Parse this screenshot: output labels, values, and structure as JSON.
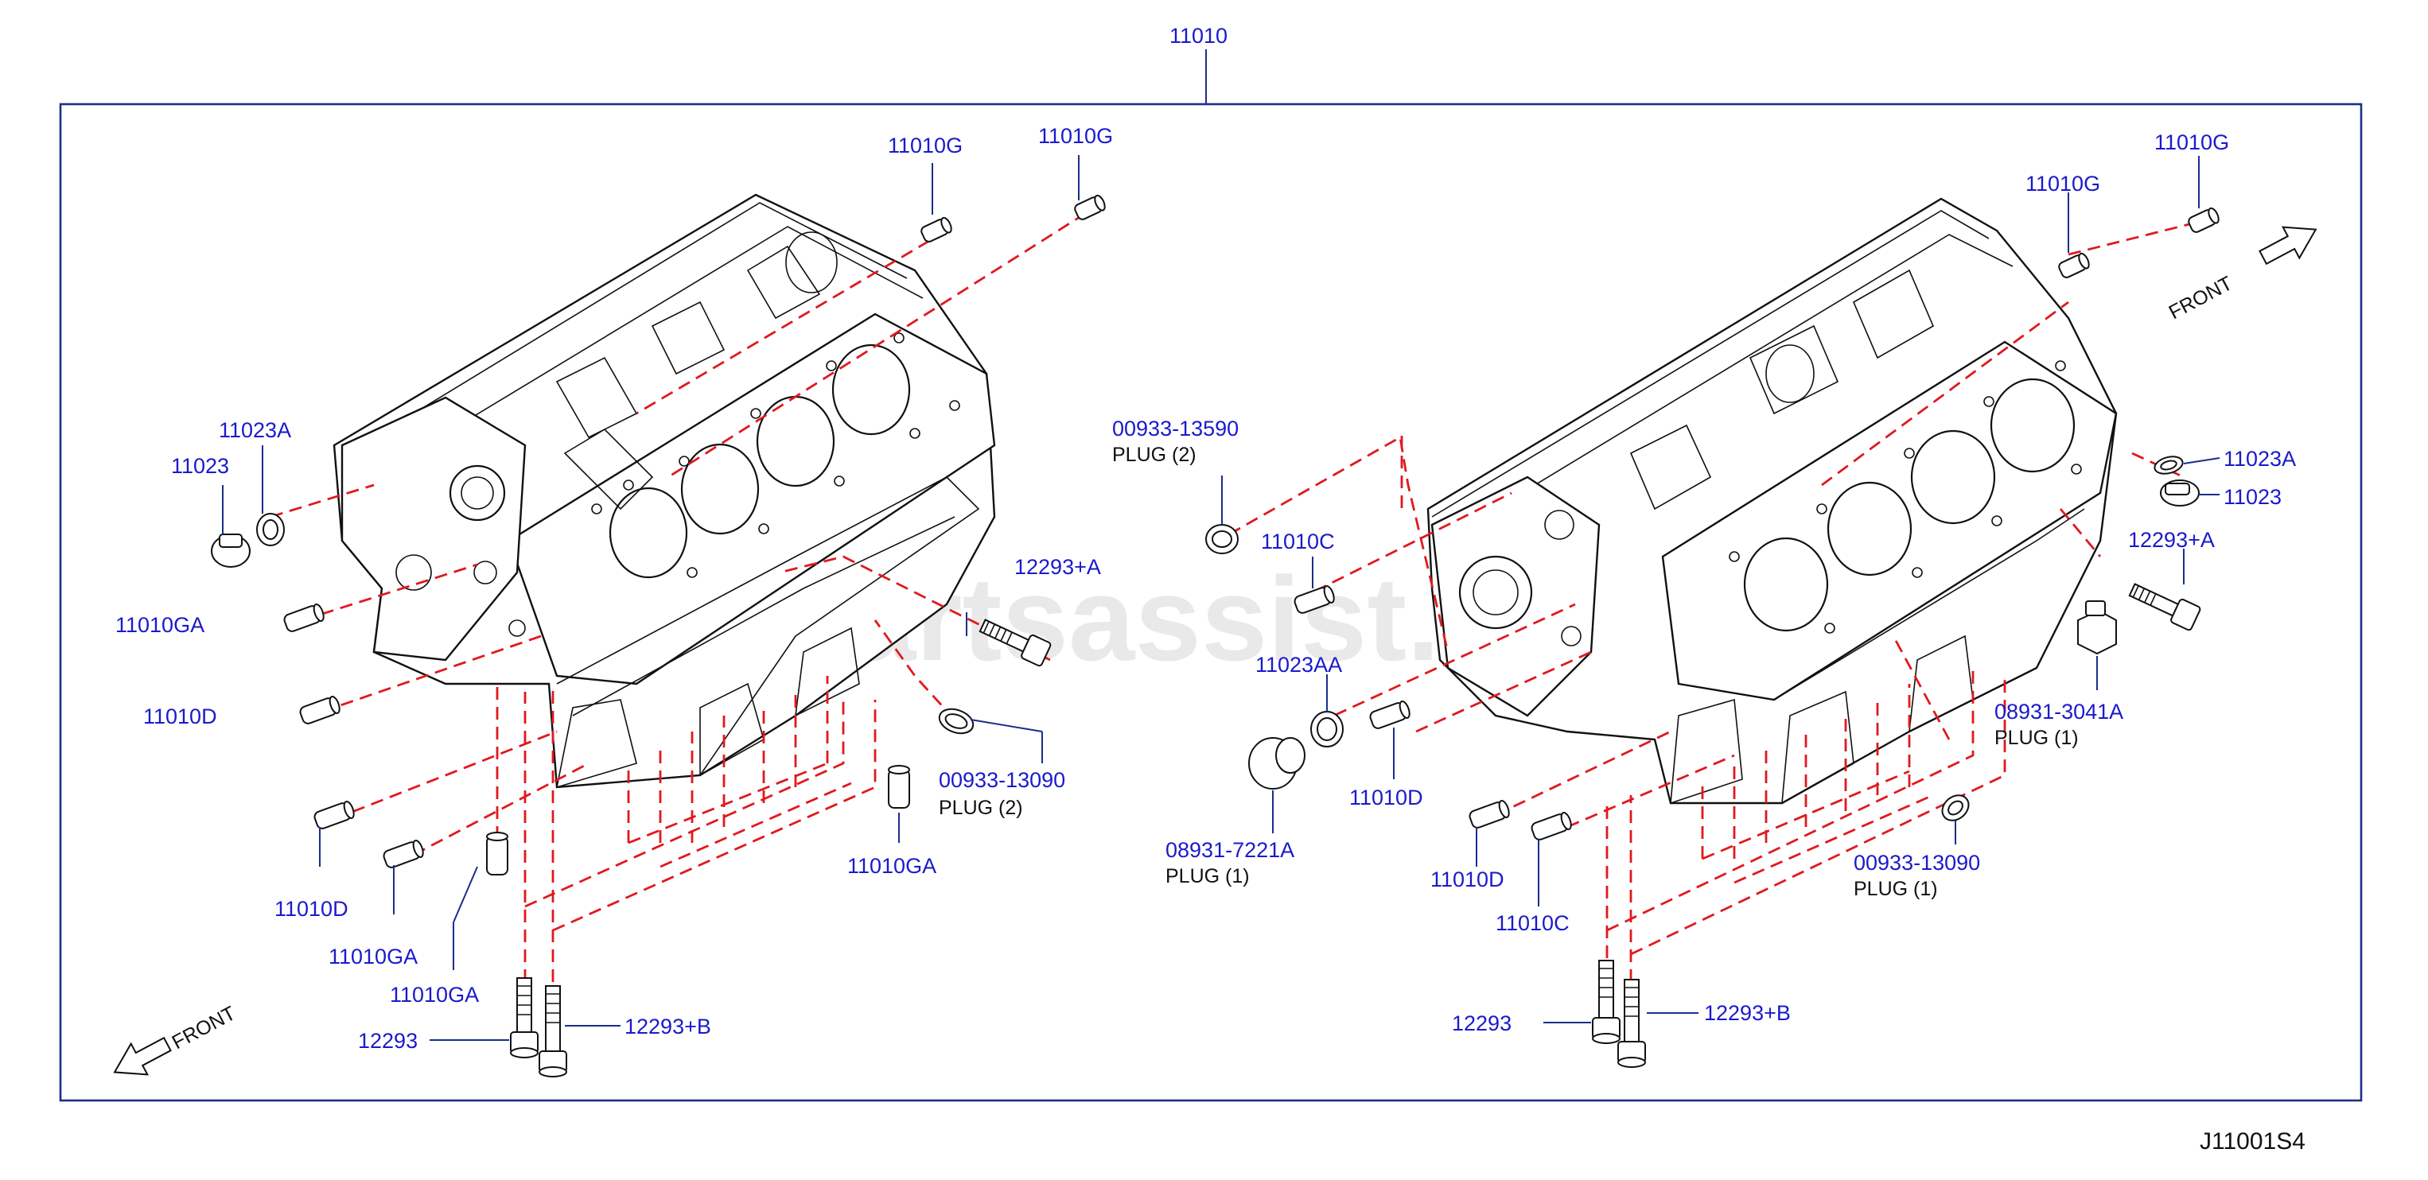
{
  "assembly": {
    "number": "11010",
    "diagram_code": "J11001S4"
  },
  "watermark": "www.partsassist.com",
  "front_labels": {
    "left": "FRONT",
    "right": "FRONT"
  },
  "left_block": {
    "labels": {
      "g1": "11010G",
      "g2": "11010G",
      "p11023A": "11023A",
      "p11023": "11023",
      "ga1": "11010GA",
      "d1": "11010D",
      "b12293A": "12293+A",
      "plug13090": "00933-13090",
      "plug13090_note": "PLUG    (2)",
      "ga2": "11010GA",
      "d2": "11010D",
      "ga3": "11010GA",
      "ga4": "11010GA",
      "b12293": "12293",
      "b12293B": "12293+B"
    }
  },
  "right_block": {
    "labels": {
      "g1": "11010G",
      "g2": "11010G",
      "plug13590": "00933-13590",
      "plug13590_note": "PLUG    (2)",
      "c1": "11010C",
      "aa": "11023AA",
      "plug7221": "08931-7221A",
      "plug7221_note": "PLUG    (1)",
      "d1": "11010D",
      "d2": "11010D",
      "c2": "11010C",
      "p11023A": "11023A",
      "p11023": "11023",
      "b12293A": "12293+A",
      "plug3041": "08931-3041A",
      "plug3041_note": "PLUG    (1)",
      "plug13090": "00933-13090",
      "plug13090_note": "PLUG    (1)",
      "b12293": "12293",
      "b12293B": "12293+B"
    }
  }
}
